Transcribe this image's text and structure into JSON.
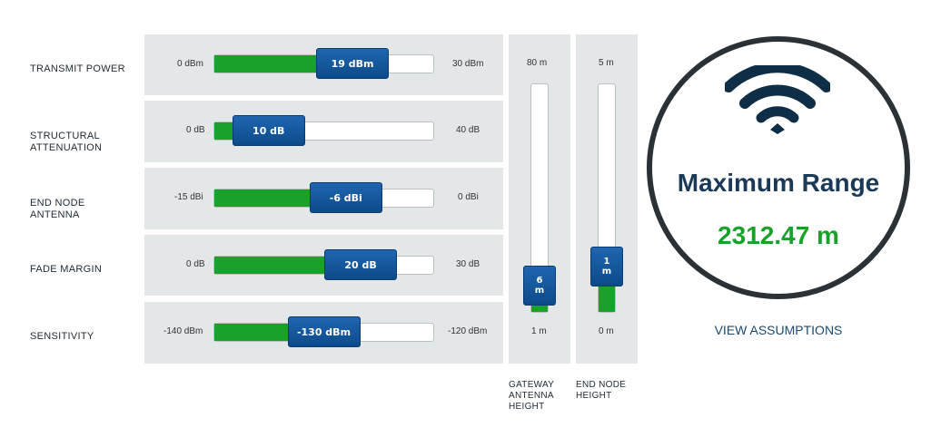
{
  "sliders": [
    {
      "label": "TRANSMIT POWER",
      "min_text": "0 dBm",
      "max_text": "30 dBm",
      "value_text": "19 dBm",
      "fraction": 0.63
    },
    {
      "label_line1": "STRUCTURAL",
      "label_line2": "ATTENUATION",
      "min_text": "0 dB",
      "max_text": "40 dB",
      "value_text": "10 dB",
      "fraction": 0.25
    },
    {
      "label_line1": "END NODE",
      "label_line2": "ANTENNA",
      "min_text": "-15 dBi",
      "max_text": "0 dBi",
      "value_text": "-6 dBi",
      "fraction": 0.6
    },
    {
      "label": "FADE MARGIN",
      "min_text": "0 dB",
      "max_text": "30 dB",
      "value_text": "20 dB",
      "fraction": 0.667
    },
    {
      "label": "SENSITIVITY",
      "min_text": "-140 dBm",
      "max_text": "-120 dBm",
      "value_text": "-130 dBm",
      "fraction": 0.5
    }
  ],
  "gateway": {
    "max_text": "80 m",
    "min_text": "1 m",
    "value_line1": "6",
    "value_line2": "m",
    "fraction": 0.063,
    "label_line1": "GATEWAY",
    "label_line2": "ANTENNA",
    "label_line3": "HEIGHT"
  },
  "endnode": {
    "max_text": "5 m",
    "min_text": "0 m",
    "value_line1": "1",
    "value_line2": "m",
    "fraction": 0.2,
    "label_line1": "END NODE",
    "label_line2": "HEIGHT"
  },
  "result": {
    "title": "Maximum Range",
    "value": "2312.47 m",
    "icon": "wifi-icon"
  },
  "assumptions_link": "VIEW ASSUMPTIONS",
  "colors": {
    "fill": "#19a22b",
    "thumb": "#1459a0",
    "panel": "#e3e7e8",
    "title": "#1b3a57"
  }
}
